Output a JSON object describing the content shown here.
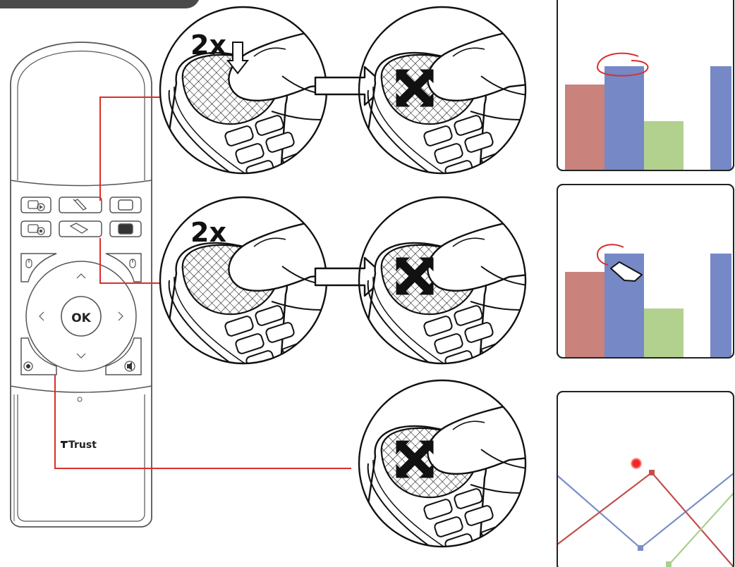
{
  "header": {
    "bar_color": "#4a4a4a"
  },
  "remote": {
    "brand": "Trust",
    "ok_label": "OK",
    "buttons": [
      "play-presentation-icon",
      "pen-icon",
      "blank-screen-icon",
      "stop-presentation-icon",
      "eraser-icon",
      "black-screen-icon",
      "left-mouse-icon",
      "right-mouse-icon",
      "record-icon",
      "mute-icon"
    ]
  },
  "steps": [
    {
      "press_label": "2x",
      "action": "pen",
      "shows_press_arrow": true
    },
    {
      "press_label": "2x",
      "action": "eraser",
      "shows_press_arrow": false
    },
    {
      "press_label": "",
      "action": "laser-pointer",
      "shows_press_arrow": false
    }
  ],
  "colors": {
    "callout_line": "#d9302c",
    "bar_red": "#c9827c",
    "bar_blue": "#7688c6",
    "bar_green": "#b2d18f",
    "line_red": "#c0504d",
    "line_blue": "#7a8fc8",
    "line_green": "#a8d08d",
    "laser_dot": "#ff3b3b"
  }
}
